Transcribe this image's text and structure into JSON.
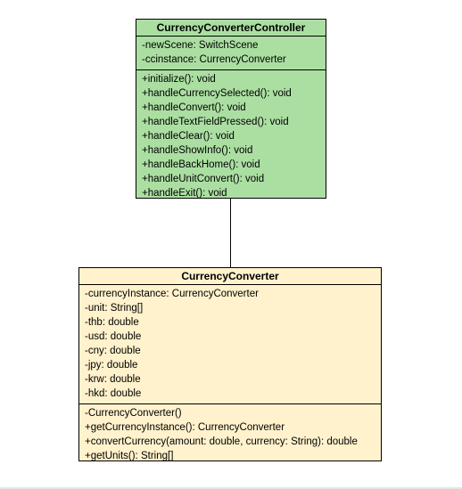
{
  "colors": {
    "controller_fill": "#ABDFA2",
    "converter_fill": "#FFF2CC",
    "border": "#000000",
    "connector": "#000000"
  },
  "controller": {
    "name": "CurrencyConverterController",
    "attributes": [
      "-newScene: SwitchScene",
      "-ccinstance: CurrencyConverter"
    ],
    "methods": [
      "+initialize(): void",
      "+handleCurrencySelected(): void",
      "+handleConvert(): void",
      "+handleTextFieldPressed(): void",
      "+handleClear(): void",
      "+handleShowInfo(): void",
      "+handleBackHome(): void",
      "+handleUnitConvert(): void",
      "+handleExit(): void"
    ]
  },
  "converter": {
    "name": "CurrencyConverter",
    "attributes": [
      "-currencyInstance: CurrencyConverter",
      "-unit: String[]",
      "-thb: double",
      "-usd: double",
      "-cny: double",
      "-jpy: double",
      "-krw: double",
      "-hkd: double"
    ],
    "methods": [
      "-CurrencyConverter()",
      "+getCurrencyInstance(): CurrencyConverter",
      "+convertCurrency(amount: double, currency: String): double",
      "+getUnits(): String[]"
    ]
  }
}
